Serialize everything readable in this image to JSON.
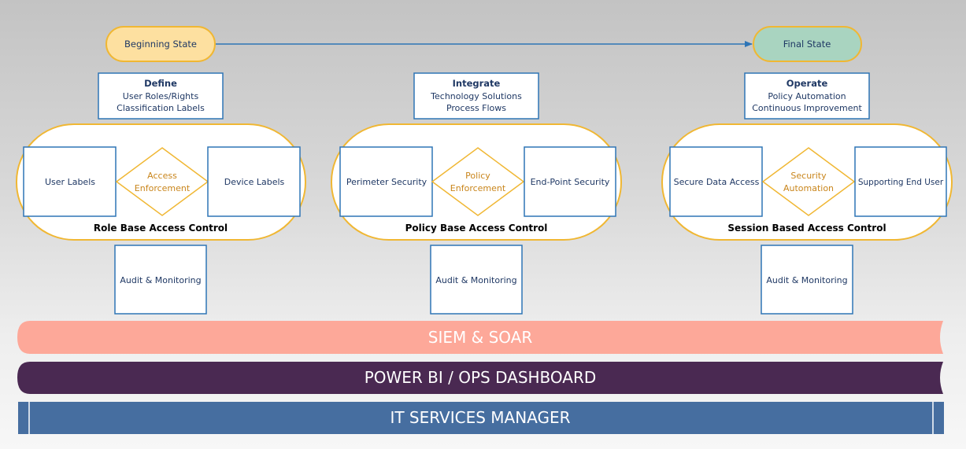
{
  "states": {
    "beginning": "Beginning State",
    "final": "Final State"
  },
  "stages": [
    {
      "phase": {
        "title": "Define",
        "line1": "User Roles/Rights",
        "line2": "Classification Labels"
      },
      "left_box": "User Labels",
      "diamond": {
        "line1": "Access",
        "line2": "Enforcement"
      },
      "right_box": "Device Labels",
      "caption": "Role Base Access Control",
      "audit": "Audit & Monitoring"
    },
    {
      "phase": {
        "title": "Integrate",
        "line1": "Technology Solutions",
        "line2": "Process Flows"
      },
      "left_box": "Perimeter Security",
      "diamond": {
        "line1": "Policy",
        "line2": "Enforcement"
      },
      "right_box": "End-Point Security",
      "caption": "Policy Base Access Control",
      "audit": "Audit & Monitoring"
    },
    {
      "phase": {
        "title": "Operate",
        "line1": "Policy Automation",
        "line2": "Continuous Improvement"
      },
      "left_box": "Secure Data Access",
      "diamond": {
        "line1": "Security",
        "line2": "Automation"
      },
      "right_box": "Supporting End User",
      "caption": "Session Based Access Control",
      "audit": "Audit & Monitoring"
    }
  ],
  "bands": {
    "siem": "SIEM & SOAR",
    "powerbi": "POWER BI / OPS DASHBOARD",
    "itsm": "IT SERVICES MANAGER"
  },
  "colors": {
    "begin_fill": "#fde0a0",
    "final_fill": "#a9d4c0",
    "gold": "#f0b733",
    "box_border": "#2e75b6",
    "diamond_text": "#c9851b",
    "siem": "#fda899",
    "powerbi": "#4a2952",
    "itsm": "#466ea0"
  }
}
